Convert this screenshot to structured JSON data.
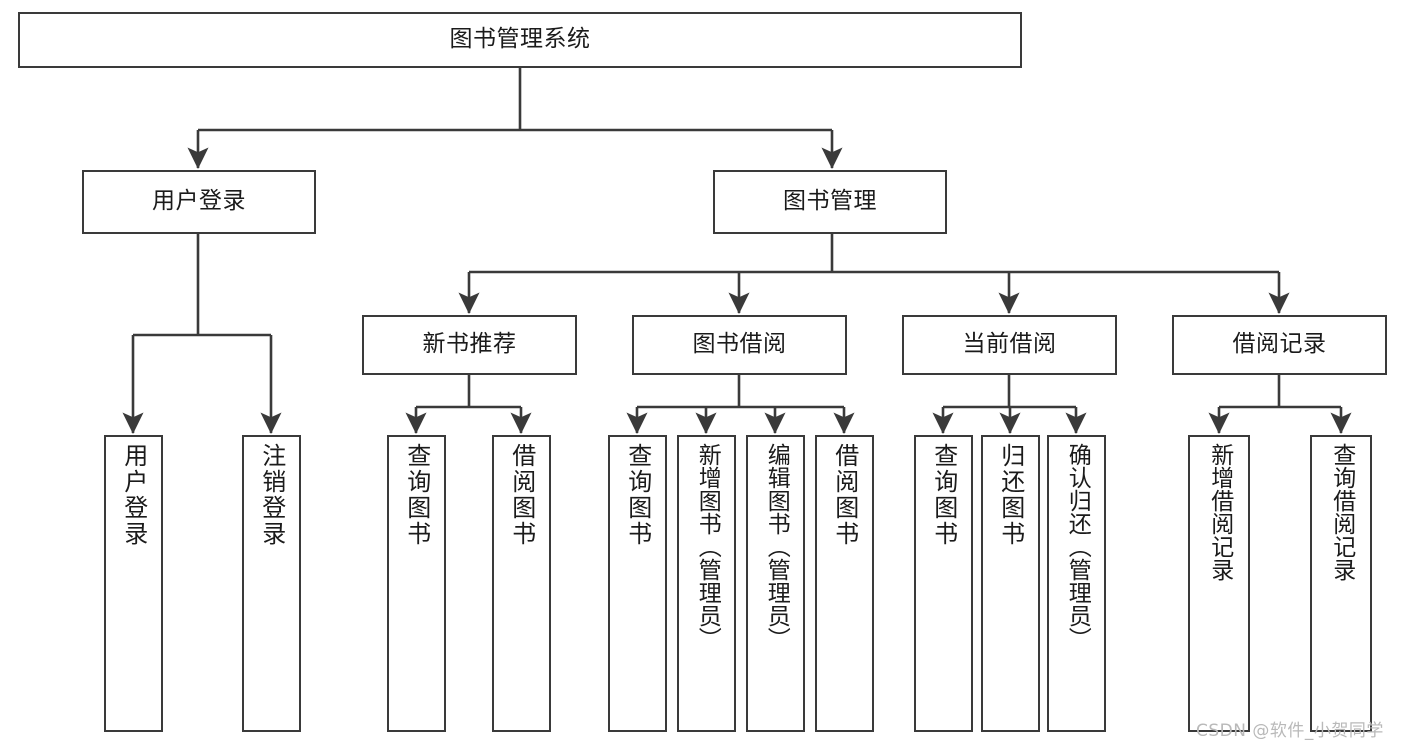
{
  "diagram": {
    "title": "图书管理系统",
    "type": "功能结构图",
    "watermark": "CSDN @软件_小贺同学",
    "colors": {
      "box_border": "#3a3a3a",
      "box_fill": "#ffffff",
      "edge": "#3a3a3a",
      "text": "#1b1b1b",
      "watermark": "#b9b9b9",
      "background": "#ffffff"
    },
    "nodes": {
      "root": {
        "label": "图书管理系统"
      },
      "level2": [
        {
          "id": "user-login",
          "label": "用户登录"
        },
        {
          "id": "book-manage",
          "label": "图书管理"
        }
      ],
      "level3": [
        {
          "id": "new-book-recommend",
          "label": "新书推荐"
        },
        {
          "id": "book-borrow",
          "label": "图书借阅"
        },
        {
          "id": "current-borrow",
          "label": "当前借阅"
        },
        {
          "id": "borrow-record",
          "label": "借阅记录"
        }
      ],
      "leaves": {
        "user-login": [
          {
            "id": "leaf-user-login",
            "label": "用户登录"
          },
          {
            "id": "leaf-user-logout",
            "label": "注销登录"
          }
        ],
        "new-book-recommend": [
          {
            "id": "leaf-query-book-1",
            "label": "查询图书"
          },
          {
            "id": "leaf-borrow-book-1",
            "label": "借阅图书"
          }
        ],
        "book-borrow": [
          {
            "id": "leaf-query-book-2",
            "label": "查询图书"
          },
          {
            "id": "leaf-add-book-admin",
            "label": "新增图书（管理员）"
          },
          {
            "id": "leaf-edit-book-admin",
            "label": "编辑图书（管理员）"
          },
          {
            "id": "leaf-borrow-book-2",
            "label": "借阅图书"
          }
        ],
        "current-borrow": [
          {
            "id": "leaf-query-book-3",
            "label": "查询图书"
          },
          {
            "id": "leaf-return-book",
            "label": "归还图书"
          },
          {
            "id": "leaf-confirm-return-admin",
            "label": "确认归还（管理员）"
          }
        ],
        "borrow-record": [
          {
            "id": "leaf-add-borrow-record",
            "label": "新增借阅记录"
          },
          {
            "id": "leaf-query-borrow-record",
            "label": "查询借阅记录"
          }
        ]
      }
    }
  }
}
